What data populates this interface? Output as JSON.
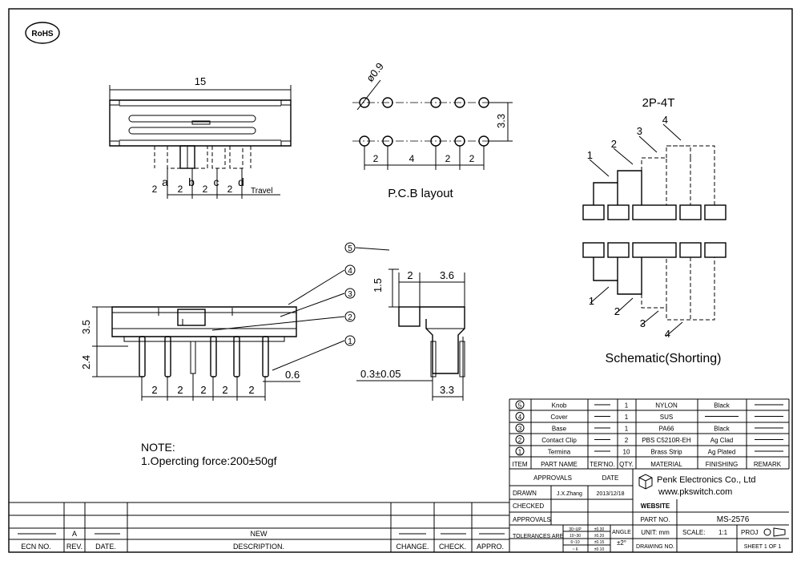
{
  "rohs": "RoHS",
  "travel": {
    "overall": "15",
    "letters": [
      "a",
      "b",
      "c",
      "d"
    ],
    "pitches": [
      "2",
      "2",
      "2",
      "2"
    ],
    "travel_label": "Travel"
  },
  "pcb": {
    "hole": "ø0.9",
    "spacing_row": "3.3",
    "spacings": [
      "2",
      "4",
      "2",
      "2"
    ],
    "title": "P.C.B layout"
  },
  "schematic": {
    "config": "2P-4T",
    "top_numbers": [
      "1",
      "2",
      "3",
      "4"
    ],
    "bottom_numbers": [
      "1",
      "2",
      "3",
      "4"
    ],
    "title": "Schematic(Shorting)"
  },
  "side_view": {
    "height_body": "3.5",
    "height_pin": "2.4",
    "pin_width": "0.6",
    "pitches": [
      "2",
      "2",
      "2",
      "2",
      "2"
    ],
    "balloons": [
      "5",
      "4",
      "3",
      "2",
      "1"
    ]
  },
  "end_view": {
    "knob_height": "1.5",
    "knob_width": "2",
    "body_width": "3.6",
    "pin_thickness": "0.3±0.05",
    "pin_span": "3.3"
  },
  "note": {
    "heading": "NOTE:",
    "line1": "1.Opercting force:200±50gf"
  },
  "bom": {
    "rows": [
      {
        "item": "5",
        "name": "Knob",
        "qty": "1",
        "material": "NYLON",
        "finish": "Black"
      },
      {
        "item": "4",
        "name": "Cover",
        "qty": "1",
        "material": "SUS",
        "finish": ""
      },
      {
        "item": "3",
        "name": "Base",
        "qty": "1",
        "material": "PA66",
        "finish": "Black"
      },
      {
        "item": "2",
        "name": "Contact Clip",
        "qty": "2",
        "material": "PBS C5210R-EH",
        "finish": "Ag Clad"
      },
      {
        "item": "1",
        "name": "Termina",
        "qty": "10",
        "material": "Brass Strip",
        "finish": "Ag Plated"
      }
    ],
    "headers": [
      "ITEM",
      "PART NAME",
      "TER'NO.",
      "QTY.",
      "MATERIAL",
      "FINISHING",
      "REMARK"
    ]
  },
  "title_block": {
    "approvals": "APPROVALS",
    "date": "DATE",
    "drawn": "DRAWN",
    "drawn_by": "J.X.Zhang",
    "drawn_date": "2013/12/18",
    "checked": "CHECKED",
    "approvals2": "APPROVALS",
    "company": "Penk Electronics Co., Ltd",
    "website_url": "www.pkswitch.com",
    "website": "WEBSITE",
    "part_no_label": "PART NO.",
    "part_no": "MS-2576",
    "tolerances": "TOLERANCES ARE",
    "tol_ranges": [
      "30~UP",
      "10~30",
      "6~10",
      "~ 6"
    ],
    "tol_values": [
      "±0.30",
      "±0.20",
      "±0.15",
      "±0.10"
    ],
    "angle": "ANGLE",
    "angle_value": "±2°",
    "unit": "UNIT: mm",
    "scale_label": "SCALE:",
    "scale": "1:1",
    "proj": "PROJ",
    "drawing_no": "DRAWING NO.",
    "sheet": "SHEET 1 OF 1"
  },
  "revision": {
    "rev": "A",
    "desc": "NEW",
    "headers": [
      "ECN NO.",
      "REV.",
      "DATE.",
      "DESCRIPTION.",
      "CHANGE.",
      "CHECK.",
      "APPRO."
    ]
  }
}
